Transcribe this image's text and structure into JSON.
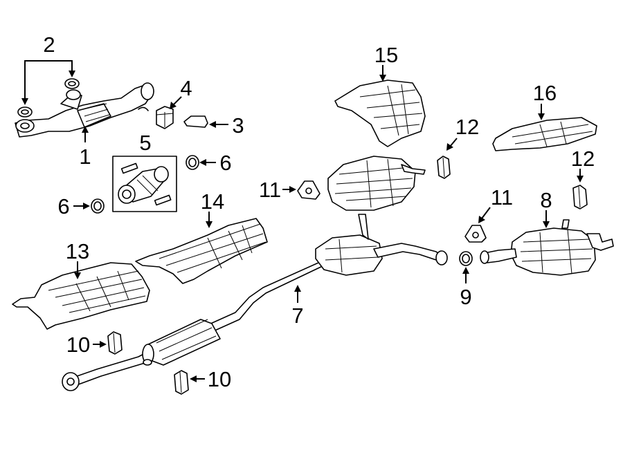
{
  "callouts": {
    "c1": "1",
    "c2": "2",
    "c3": "3",
    "c4": "4",
    "c5": "5",
    "c6a": "6",
    "c6b": "6",
    "c7": "7",
    "c8": "8",
    "c9": "9",
    "c10a": "10",
    "c10b": "10",
    "c11a": "11",
    "c11b": "11",
    "c12a": "12",
    "c12b": "12",
    "c13": "13",
    "c14": "14",
    "c15": "15",
    "c16": "16"
  }
}
